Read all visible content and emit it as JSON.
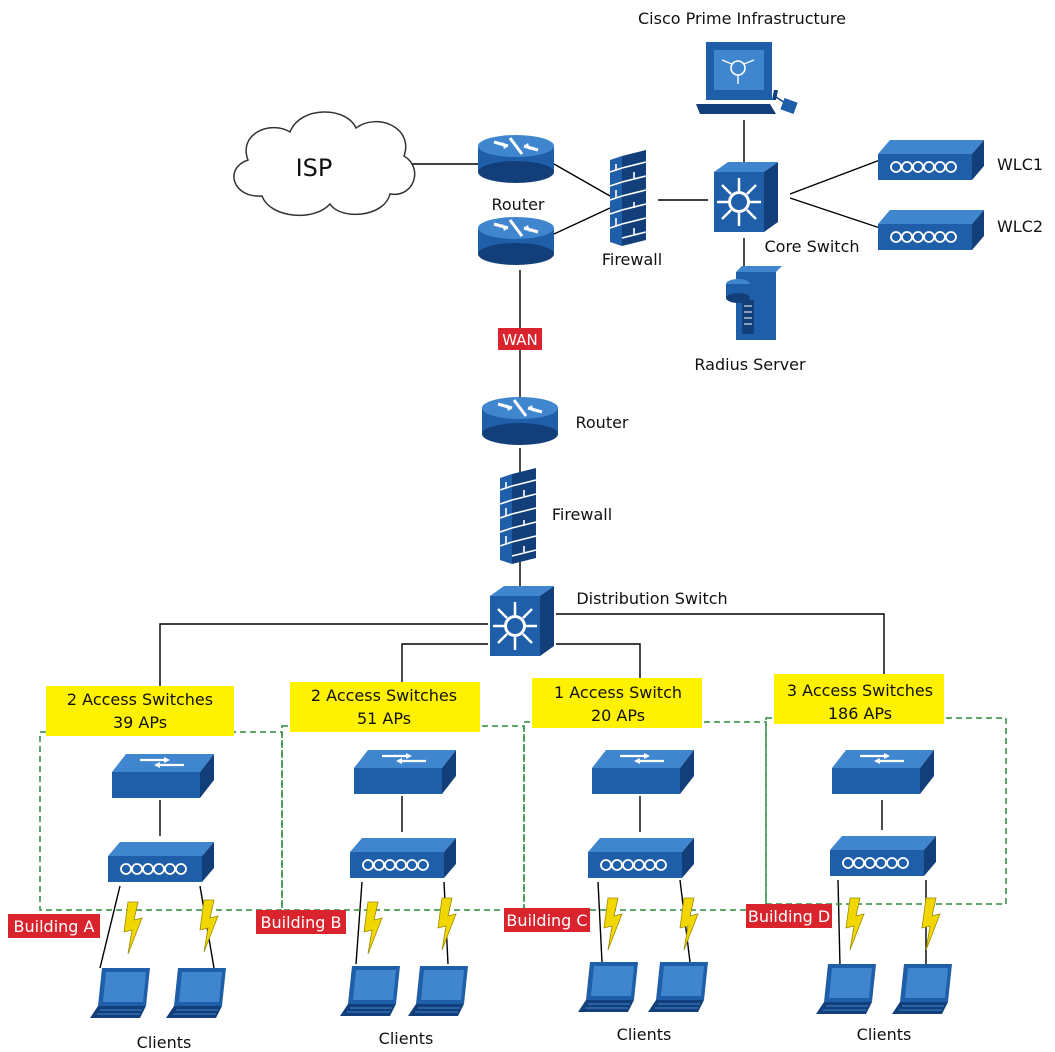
{
  "top": {
    "cloud_label": "ISP",
    "router_label": "Router",
    "firewall_label": "Firewall",
    "core_switch_label": "Core Switch",
    "prime_label": "Cisco Prime Infrastructure",
    "radius_label": "Radius Server",
    "wlc1_label": "WLC1",
    "wlc2_label": "WLC2"
  },
  "wan_label": "WAN",
  "middle": {
    "router_label": "Router",
    "firewall_label": "Firewall",
    "distribution_label": "Distribution Switch"
  },
  "buildings": [
    {
      "summary_line1": "2 Access Switches",
      "summary_line2": "39 APs",
      "building_label": "Building A",
      "clients_label": "Clients"
    },
    {
      "summary_line1": "2 Access Switches",
      "summary_line2": "51 APs",
      "building_label": "Building B",
      "clients_label": "Clients"
    },
    {
      "summary_line1": "1 Access Switch",
      "summary_line2": "20 APs",
      "building_label": "Building C",
      "clients_label": "Clients"
    },
    {
      "summary_line1": "3 Access Switches",
      "summary_line2": "186 APs",
      "building_label": "Building D",
      "clients_label": "Clients"
    }
  ],
  "colors": {
    "device_blue": "#1f5ea8",
    "device_dark": "#123f7a",
    "device_light": "#3f86cf",
    "wan_red": "#d9242e",
    "summary_yellow": "#fff200",
    "zone_green": "#2e8b3d",
    "lightning": "#f2d600"
  }
}
